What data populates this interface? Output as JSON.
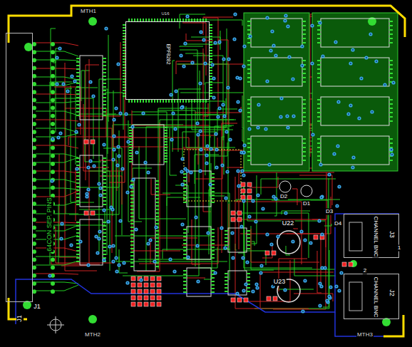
{
  "diagram": {
    "nodes": [
      {
        "text": [
          "64CON SEP. PINS",
          "J1"
        ]
      },
      {
        "text": [
          "EPF8282"
        ]
      },
      {
        "text": [
          "CHANNEL BNC",
          "J3"
        ]
      },
      {
        "text": [
          "CHANNEL BNC",
          "J2"
        ]
      }
    ],
    "labels": [
      "MTH1",
      "U16",
      "J1",
      "U22",
      "U23",
      "D1",
      "D2",
      "D3",
      "D4",
      "1",
      "2",
      "MTH2",
      "MTH3"
    ]
  }
}
